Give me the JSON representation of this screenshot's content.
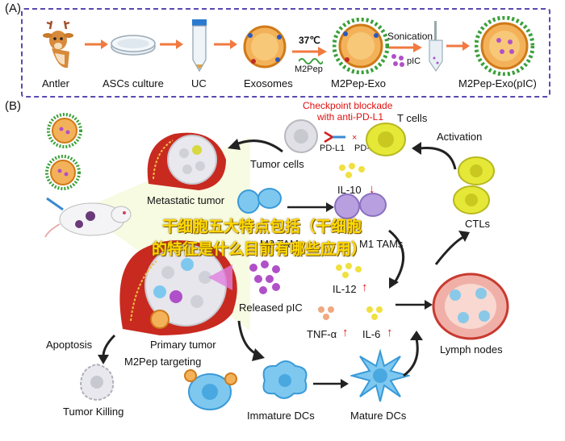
{
  "panel_a": {
    "tag": "(A)",
    "steps": {
      "antler": "Antler",
      "ascs": "ASCs culture",
      "uc": "UC",
      "exosomes": "Exosomes",
      "temp": "37℃",
      "m2pep_small": "M2Pep",
      "m2pep_exo": "M2Pep-Exo",
      "sonication": "Sonication",
      "pic": "pIC",
      "m2pep_exo_pic": "M2Pep-Exo(pIC)"
    }
  },
  "panel_b": {
    "tag": "(B)",
    "checkpoint_line1": "Checkpoint blockade",
    "checkpoint_line2": "with anti-PD-L1",
    "t_cells": "T cells",
    "pd_l1": "PD-L1",
    "pd_1": "PD-1",
    "tumor_cells": "Tumor cells",
    "activation": "Activation",
    "metastatic_tumor": "Metastatic tumor",
    "il10": "IL-10",
    "ctls": "CTLs",
    "m2_tams": "M2 TAMs",
    "m1_tams": "M1 TAMs",
    "il12": "IL-12",
    "released_pic": "Released pIC",
    "apoptosis": "Apoptosis",
    "primary_tumor": "Primary tumor",
    "m2pep_targeting": "M2Pep targeting",
    "tnf": "TNF-α",
    "il6": "IL-6",
    "lymph_nodes": "Lymph nodes",
    "tumor_killing": "Tumor Killing",
    "immature_dcs": "Immature DCs",
    "mature_dcs": "Mature DCs",
    "arrow_down": "↓",
    "arrow_up": "↑"
  },
  "watermark": {
    "line1": "干细胞五大特点包括（干细胞",
    "line2": "的特征是什么目前有哪些应用）"
  },
  "colors": {
    "panel_border": "#5b48b0",
    "arrow_orange": "#f07a40",
    "checkpoint_red": "#e01010",
    "watermark_yellow": "#ffd800",
    "tumor_red": "#d42a20",
    "exosome_orange": "#e08a20",
    "dc_blue": "#3aa0e0"
  }
}
